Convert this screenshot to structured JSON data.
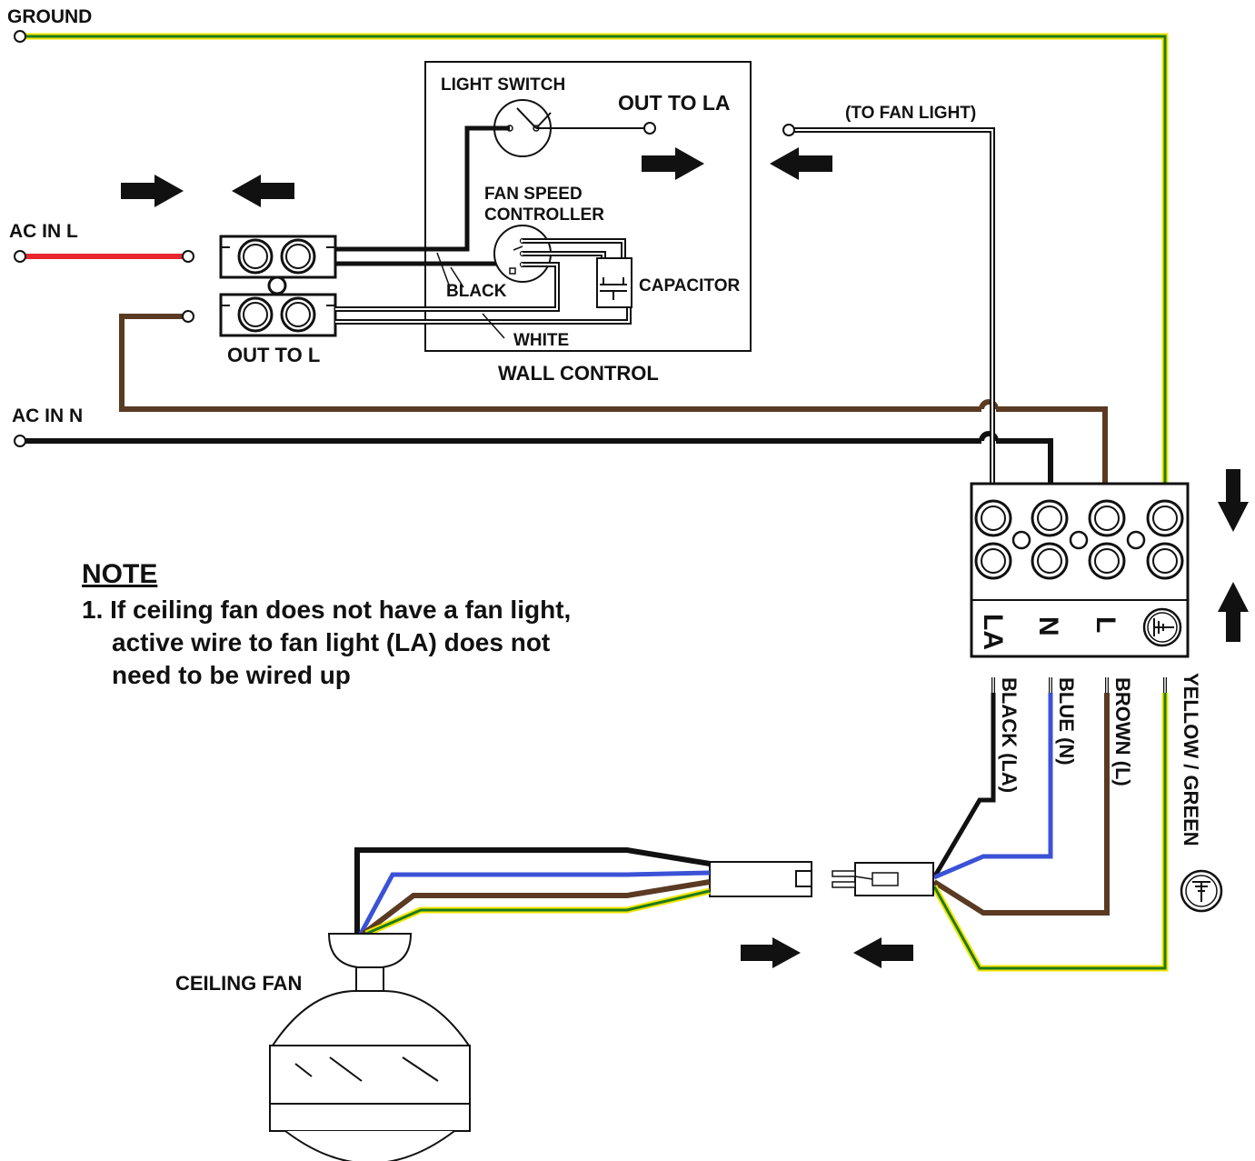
{
  "labels": {
    "ground": "GROUND",
    "ac_in_l": "AC IN L",
    "ac_in_n": "AC IN N",
    "out_to_l": "OUT TO L",
    "light_switch": "LIGHT SWITCH",
    "out_to_la": "OUT TO LA",
    "to_fan_light": "(TO FAN LIGHT)",
    "fan_speed": "FAN SPEED",
    "controller": "CONTROLLER",
    "capacitor": "CAPACITOR",
    "black": "BLACK",
    "white": "WHITE",
    "wall_control": "WALL CONTROL",
    "ceiling_fan": "CEILING FAN"
  },
  "terminals": [
    "LA",
    "N",
    "L"
  ],
  "wires": {
    "black_la": "BLACK (LA)",
    "blue_n": "BLUE (N)",
    "brown_l": "BROWN (L)",
    "yellow_green": "YELLOW / GREEN"
  },
  "note": {
    "title": "NOTE",
    "line1": "1. If ceiling fan does not have a fan light,",
    "line2": "active wire to fan light (LA) does not",
    "line3": "need to be wired up"
  },
  "colors": {
    "active_red": "#e8262c",
    "brown": "#5a3a22",
    "blue": "#3b52d6",
    "green": "#1e7a1e",
    "yellow": "#f2e400"
  }
}
